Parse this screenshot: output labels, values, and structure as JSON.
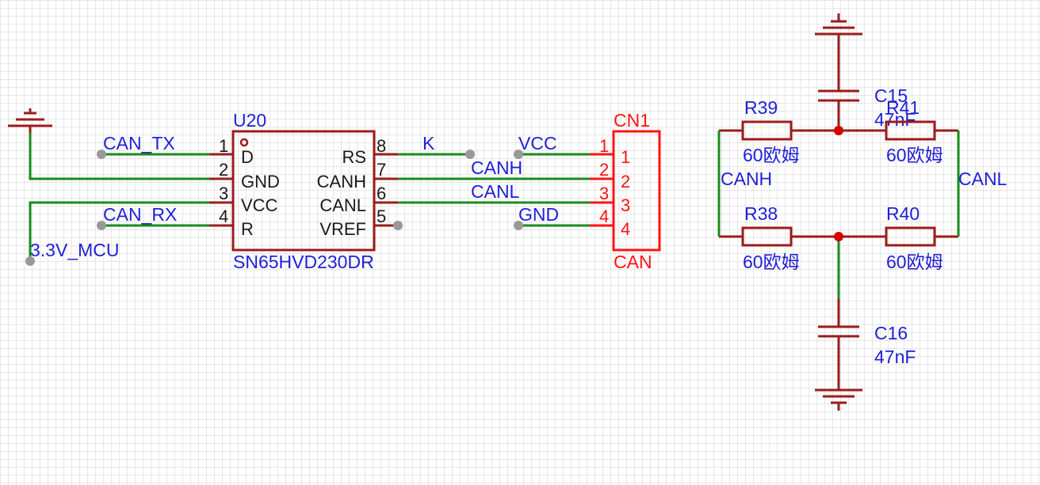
{
  "colors": {
    "wire": "#1a8c1a",
    "component": "#9b1c1c",
    "connector": "#ff1414",
    "label": "#1f1fd8",
    "junction": "#d40000"
  },
  "u20": {
    "ref": "U20",
    "part": "SN65HVD230DR",
    "pins": [
      {
        "num": "1",
        "name": "D"
      },
      {
        "num": "2",
        "name": "GND"
      },
      {
        "num": "3",
        "name": "VCC"
      },
      {
        "num": "4",
        "name": "R"
      },
      {
        "num": "8",
        "name": "RS"
      },
      {
        "num": "7",
        "name": "CANH"
      },
      {
        "num": "6",
        "name": "CANL"
      },
      {
        "num": "5",
        "name": "VREF"
      }
    ]
  },
  "cn1": {
    "ref": "CN1",
    "name": "CAN",
    "pins": [
      {
        "num": "1",
        "label": "1"
      },
      {
        "num": "2",
        "label": "2"
      },
      {
        "num": "3",
        "label": "3"
      },
      {
        "num": "4",
        "label": "4"
      }
    ]
  },
  "nets": {
    "can_tx": "CAN_TX",
    "can_rx": "CAN_RX",
    "v33_mcu": "3.3V_MCU",
    "k": "K",
    "vcc": "VCC",
    "canh": "CANH",
    "canl": "CANL",
    "gnd": "GND",
    "canh_term": "CANH",
    "canl_term": "CANL"
  },
  "resistors": [
    {
      "ref": "R39",
      "value": "60欧姆"
    },
    {
      "ref": "R41",
      "value": "60欧姆"
    },
    {
      "ref": "R38",
      "value": "60欧姆"
    },
    {
      "ref": "R40",
      "value": "60欧姆"
    }
  ],
  "capacitors": [
    {
      "ref": "C15",
      "value": "47nF"
    },
    {
      "ref": "C16",
      "value": "47nF"
    }
  ]
}
